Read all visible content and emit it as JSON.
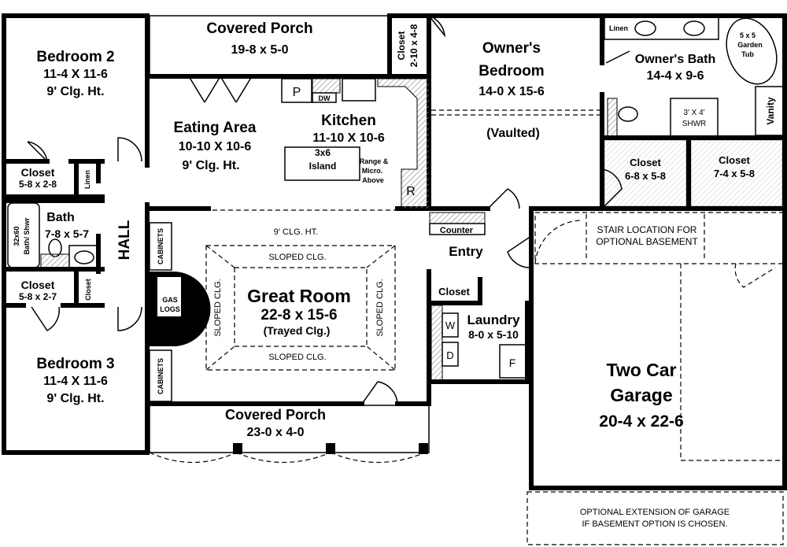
{
  "rooms": {
    "bedroom2": {
      "name": "Bedroom 2",
      "dims": "11-4 X 11-6",
      "ceiling": "9' Clg. Ht."
    },
    "porch_top": {
      "name": "Covered Porch",
      "dims": "19-8 x 5-0"
    },
    "closet_top": {
      "name": "Closet",
      "dims": "2-10 x 4-8"
    },
    "owners_bedroom": {
      "name1": "Owner's",
      "name2": "Bedroom",
      "dims": "14-0 X 15-6",
      "note": "(Vaulted)"
    },
    "owners_bath": {
      "name": "Owner's Bath",
      "dims": "14-4 x 9-6",
      "linen": "Linen",
      "tub1": "5 x 5",
      "tub2": "Garden",
      "tub3": "Tub",
      "vanity": "Vanity",
      "shower1": "3' X 4'",
      "shower2": "SHWR"
    },
    "closet_ob1": {
      "name": "Closet",
      "dims": "6-8 x 5-8"
    },
    "closet_ob2": {
      "name": "Closet",
      "dims": "7-4 x 5-8"
    },
    "eating": {
      "name": "Eating Area",
      "dims": "10-10 X 10-6",
      "ceiling": "9' Clg. Ht."
    },
    "kitchen": {
      "name": "Kitchen",
      "dims": "11-10 X 10-6",
      "pantry": "P",
      "dw": "DW",
      "island1": "3x6",
      "island2": "Island",
      "range1": "Range &",
      "range2": "Micro.",
      "range3": "Above",
      "fridge": "R"
    },
    "closet_b2": {
      "name": "Closet",
      "dims": "5-8 x 2-8"
    },
    "linen": "Linen",
    "bath": {
      "name": "Bath",
      "dims": "7-8 x 5-7",
      "tub1": "32x60",
      "tub2": "Bath/ Shwr"
    },
    "hall": "HALL",
    "closet_b3": {
      "name": "Closet",
      "dims": "5-8 x 2-7"
    },
    "closet_hall": "Closet",
    "bedroom3": {
      "name": "Bedroom 3",
      "dims": "11-4 X 11-6",
      "ceiling": "9' Clg. Ht."
    },
    "great_room": {
      "name": "Great Room",
      "dims": "22-8 x 15-6",
      "note": "(Trayed Clg.)",
      "ceiling": "9' CLG. HT.",
      "sloped": "SLOPED CLG.",
      "cabinets": "CABINETS",
      "gas1": "GAS",
      "gas2": "LOGS"
    },
    "porch_bottom": {
      "name": "Covered Porch",
      "dims": "23-0 x 4-0"
    },
    "entry": {
      "name": "Entry",
      "counter": "Counter",
      "closet": "Closet"
    },
    "laundry": {
      "name": "Laundry",
      "dims": "8-0 x 5-10",
      "washer": "W",
      "dryer": "D",
      "freezer": "F"
    },
    "garage": {
      "name1": "Two Car",
      "name2": "Garage",
      "dims": "20-4 x 22-6",
      "stair1": "STAIR LOCATION FOR",
      "stair2": "OPTIONAL BASEMENT",
      "ext1": "OPTIONAL EXTENSION OF GARAGE",
      "ext2": "IF BASEMENT OPTION IS CHOSEN."
    }
  }
}
